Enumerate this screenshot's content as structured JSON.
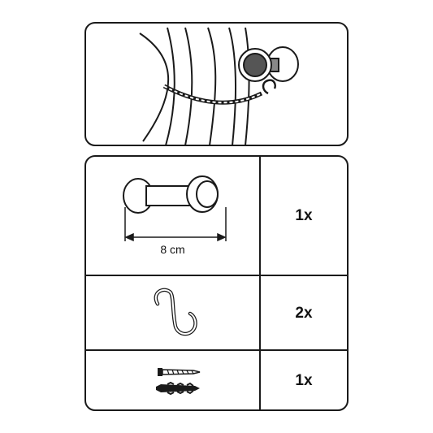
{
  "parts": [
    {
      "item": "tieback-holder-icon",
      "dimension": "8 cm",
      "quantity": "1x"
    },
    {
      "item": "s-hook-icon",
      "quantity": "2x"
    },
    {
      "item": "screw-and-wall-plug-icon",
      "quantity": "1x"
    }
  ],
  "colors": {
    "line": "#1a1a1a",
    "knob-fill": "#555555",
    "background": "#ffffff"
  }
}
